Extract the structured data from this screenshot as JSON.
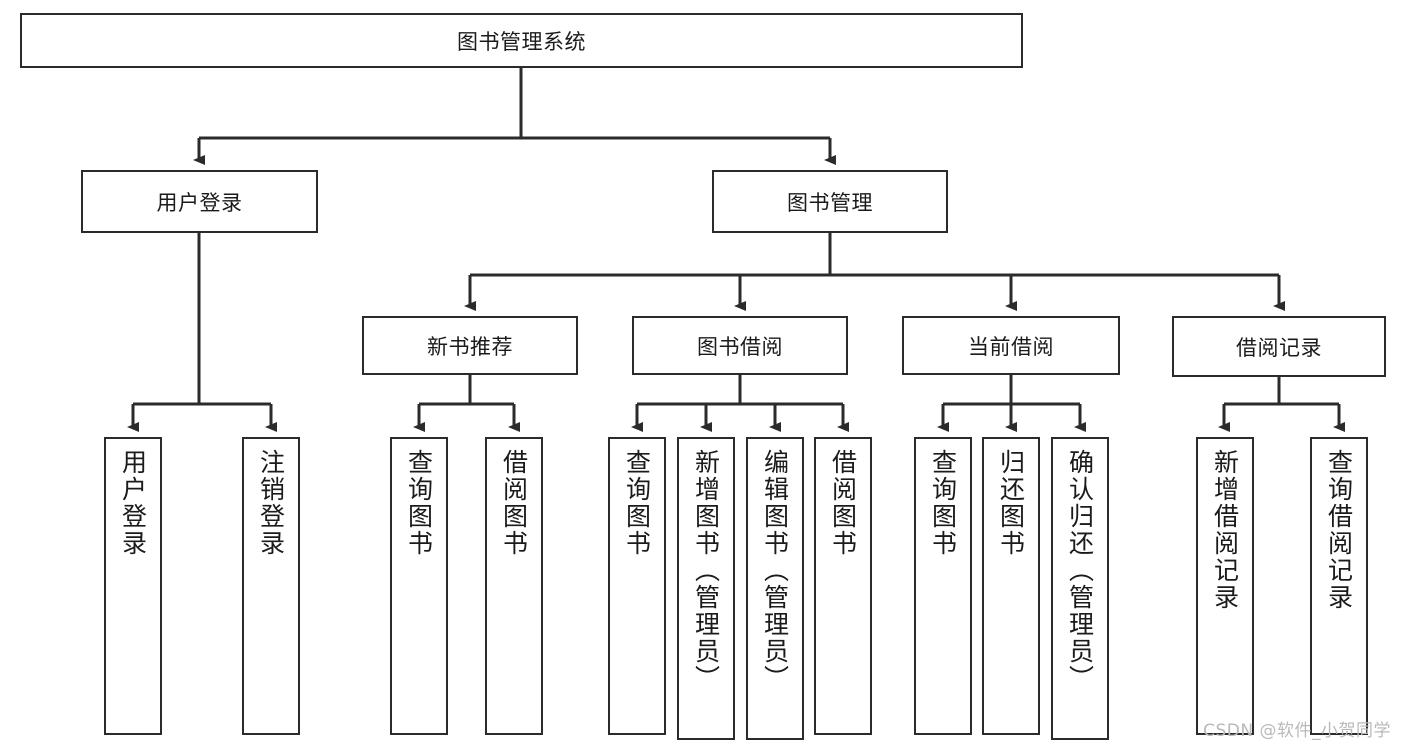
{
  "diagram": {
    "title": "图书管理系统",
    "type": "tree-hierarchy-diagram",
    "root": {
      "label": "图书管理系统"
    },
    "level2": [
      {
        "label": "用户登录"
      },
      {
        "label": "图书管理"
      }
    ],
    "level3": [
      {
        "label": "新书推荐"
      },
      {
        "label": "图书借阅"
      },
      {
        "label": "当前借阅"
      },
      {
        "label": "借阅记录"
      }
    ],
    "leaves": {
      "user_login": [
        {
          "label": "用户登录"
        },
        {
          "label": "注销登录"
        }
      ],
      "new_book_recommend": [
        {
          "label": "查询图书"
        },
        {
          "label": "借阅图书"
        }
      ],
      "book_borrow": [
        {
          "label": "查询图书"
        },
        {
          "label": "新增图书（管理员）"
        },
        {
          "label": "编辑图书（管理员）"
        },
        {
          "label": "借阅图书"
        }
      ],
      "current_borrow": [
        {
          "label": "查询图书"
        },
        {
          "label": "归还图书"
        },
        {
          "label": "确认归还（管理员）"
        }
      ],
      "borrow_record": [
        {
          "label": "新增借阅记录"
        },
        {
          "label": "查询借阅记录"
        }
      ]
    }
  },
  "watermark": {
    "text": "CSDN @软件_小贺同学"
  },
  "colors": {
    "stroke": "#2b2b2b",
    "fill": "#ffffff",
    "text": "#1b1b1b",
    "watermark": "#b9b9b9"
  }
}
